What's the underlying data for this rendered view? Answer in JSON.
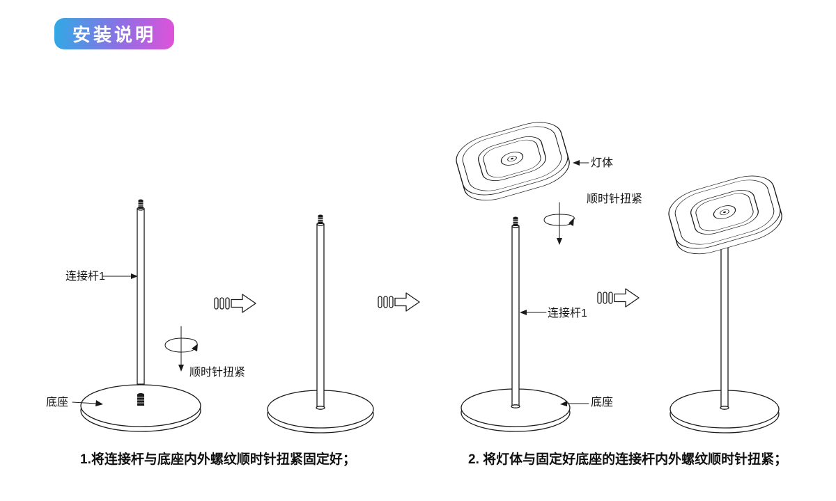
{
  "badge": {
    "label": "安装说明"
  },
  "colors": {
    "badge_gradient_start": "#2FAAE4",
    "badge_gradient_mid": "#8E6FE4",
    "badge_gradient_end": "#E052D8",
    "line": "#1a1a1a",
    "text": "#111111",
    "background": "#ffffff"
  },
  "step1": {
    "labels": {
      "rod": "连接杆1",
      "base": "底座",
      "tighten": "顺时针扭紧"
    },
    "caption": "1.将连接杆与底座内外螺纹顺时针扭紧固定好；"
  },
  "step2": {
    "labels": {
      "lamp": "灯体",
      "tighten": "顺时针扭紧",
      "rod": "连接杆1",
      "base": "底座"
    },
    "caption": "2. 将灯体与固定好底座的连接杆内外螺纹顺时针扭紧；"
  }
}
